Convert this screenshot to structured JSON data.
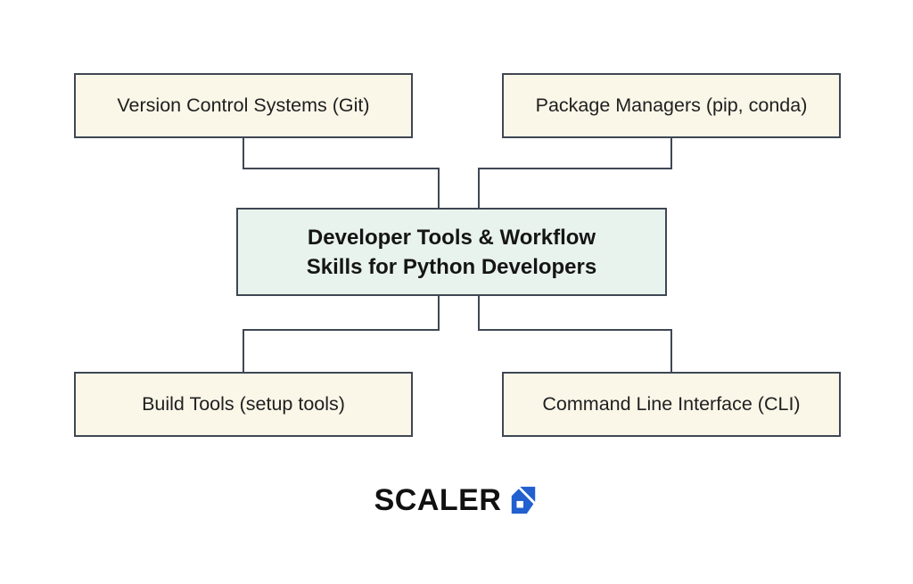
{
  "diagram": {
    "center": {
      "label": "Developer Tools & Workflow Skills for Python Developers",
      "label_lines": [
        "Developer Tools & Workflow",
        "Skills for Python Developers"
      ]
    },
    "nodes": [
      {
        "id": "top-left",
        "label": "Version Control Systems (Git)"
      },
      {
        "id": "top-right",
        "label": "Package Managers (pip, conda)"
      },
      {
        "id": "bottom-left",
        "label": "Build Tools (setup tools)"
      },
      {
        "id": "bottom-right",
        "label": "Command Line Interface (CLI)"
      }
    ],
    "colors": {
      "node_fill": "#faf6e8",
      "center_fill": "#e9f3ee",
      "border": "#3f4754",
      "connector": "#3f4754",
      "text": "#1f1f1f",
      "logo_blue": "#2260cf"
    }
  },
  "footer": {
    "logo_text": "SCALER",
    "logo_icon": "scaler-cube-icon"
  }
}
